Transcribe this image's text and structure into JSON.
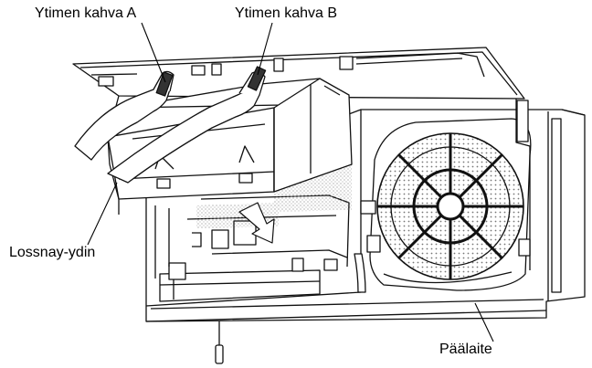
{
  "labels": {
    "handle_a": "Ytimen kahva A",
    "handle_b": "Ytimen kahva B",
    "core": "Lossnay-ydin",
    "main_unit": "Päälaite"
  }
}
